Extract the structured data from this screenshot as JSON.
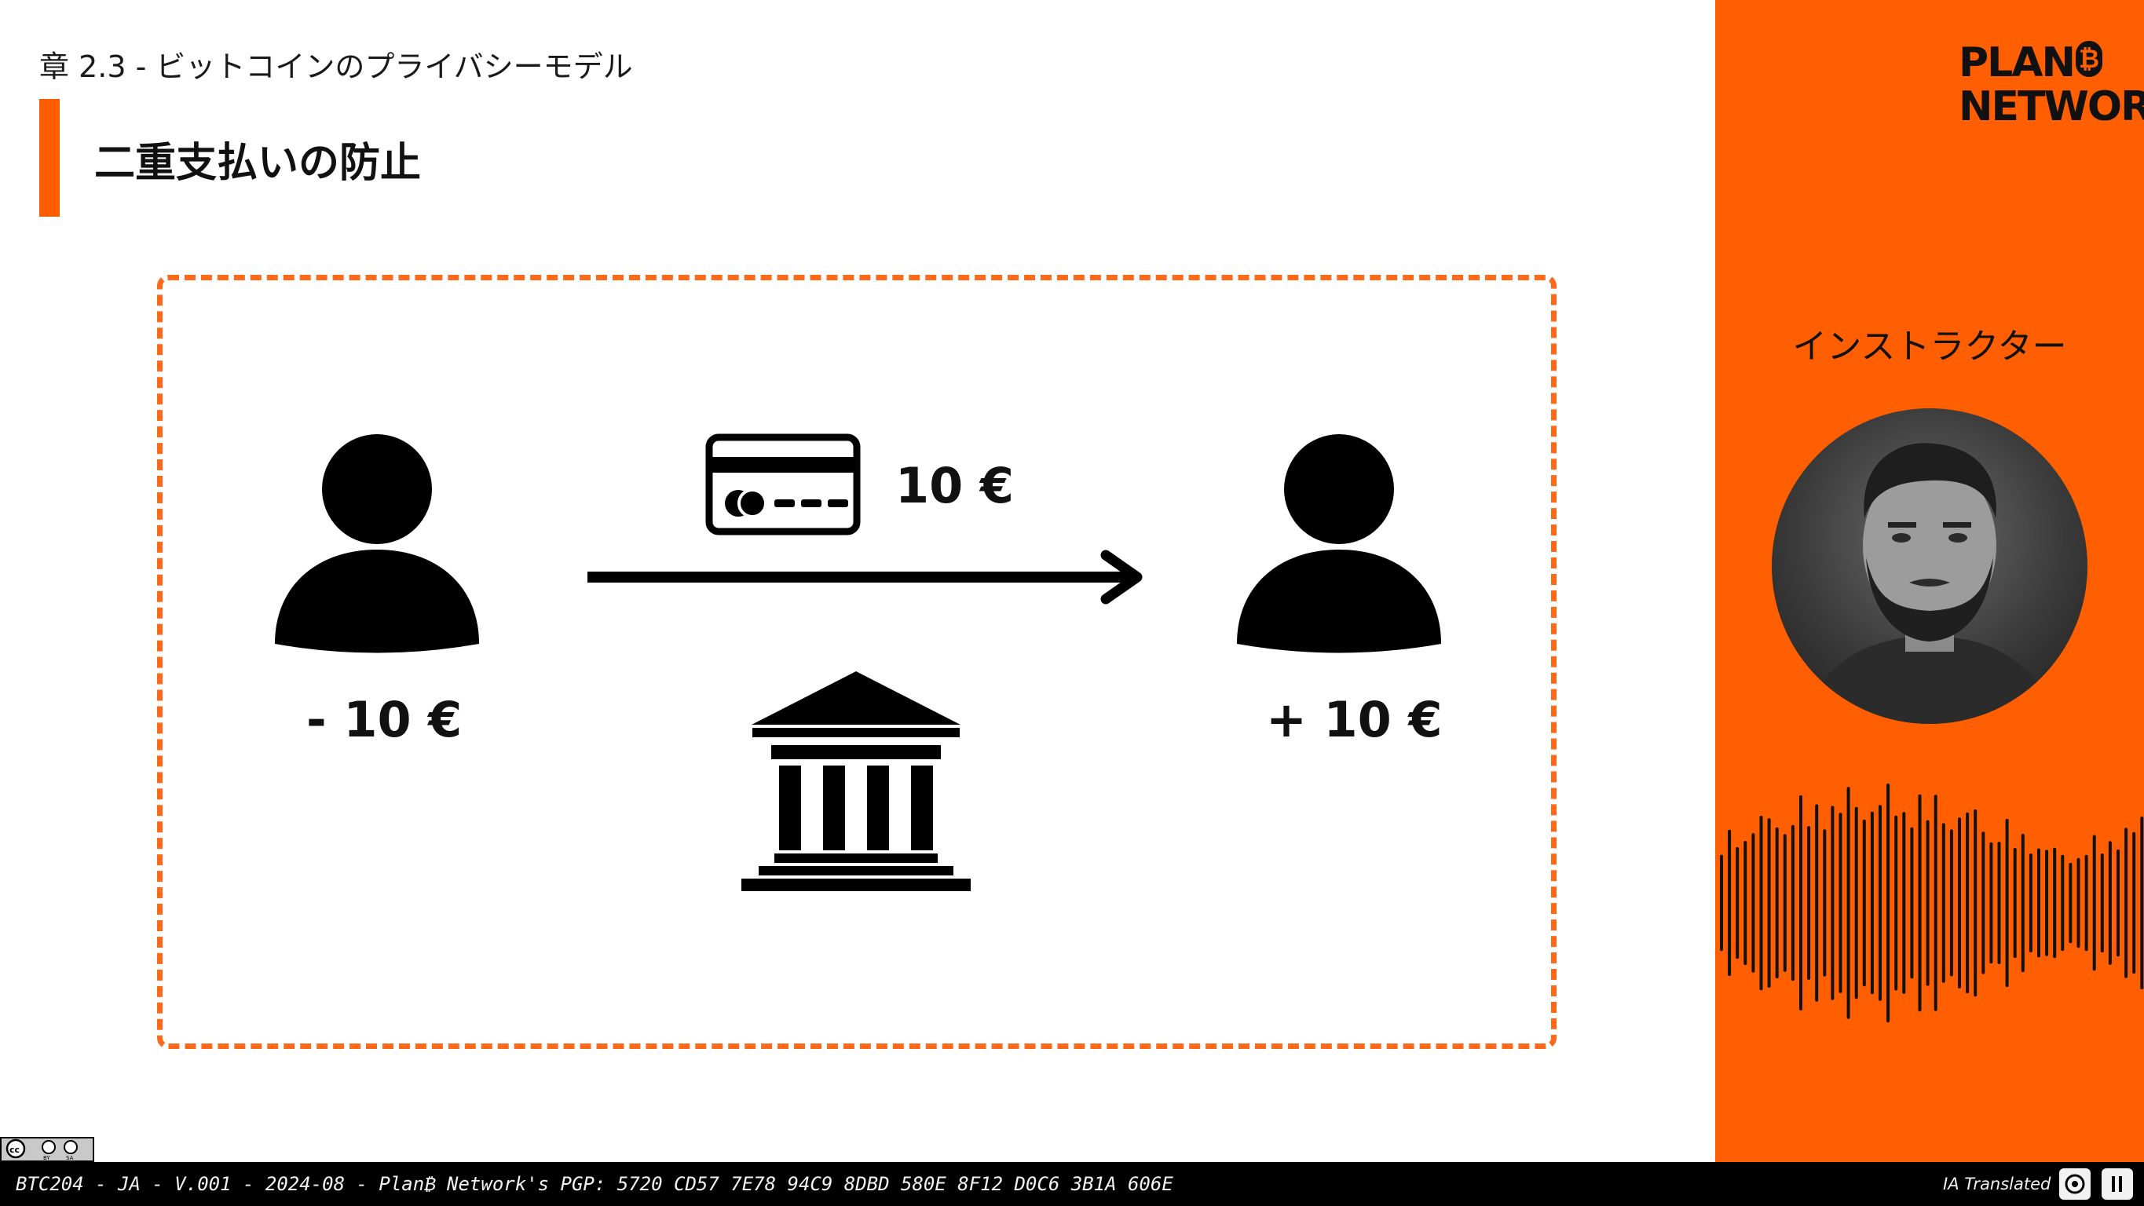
{
  "header": {
    "chapter": "章 2.3 - ビットコインのプライバシーモデル",
    "title": "二重支払いの防止"
  },
  "diagram": {
    "sender_amount": "- 10 €",
    "receiver_amount": "+ 10 €",
    "transfer_amount": "10 €",
    "icons": [
      "user-icon",
      "arrow-right-icon",
      "credit-card-icon",
      "bank-icon"
    ]
  },
  "sidebar": {
    "logo_line1": "PLAN",
    "logo_btc_glyph": "₿",
    "logo_line2": "NETWORK",
    "instructor_label": "インストラクター"
  },
  "footer": {
    "text": "BTC204 - JA - V.001 - 2024-08 - Plan₿ Network's PGP: 5720 CD57 7E78 94C9 8DBD 580E 8F12 D0C6 3B1A 606E",
    "ia_translated": "IA Translated",
    "license_labels": [
      "BY",
      "SA"
    ]
  },
  "colors": {
    "accent": "#ff5f00",
    "dashed_border": "#ff6a1a",
    "footer_bg": "#000000",
    "text": "#111111"
  }
}
